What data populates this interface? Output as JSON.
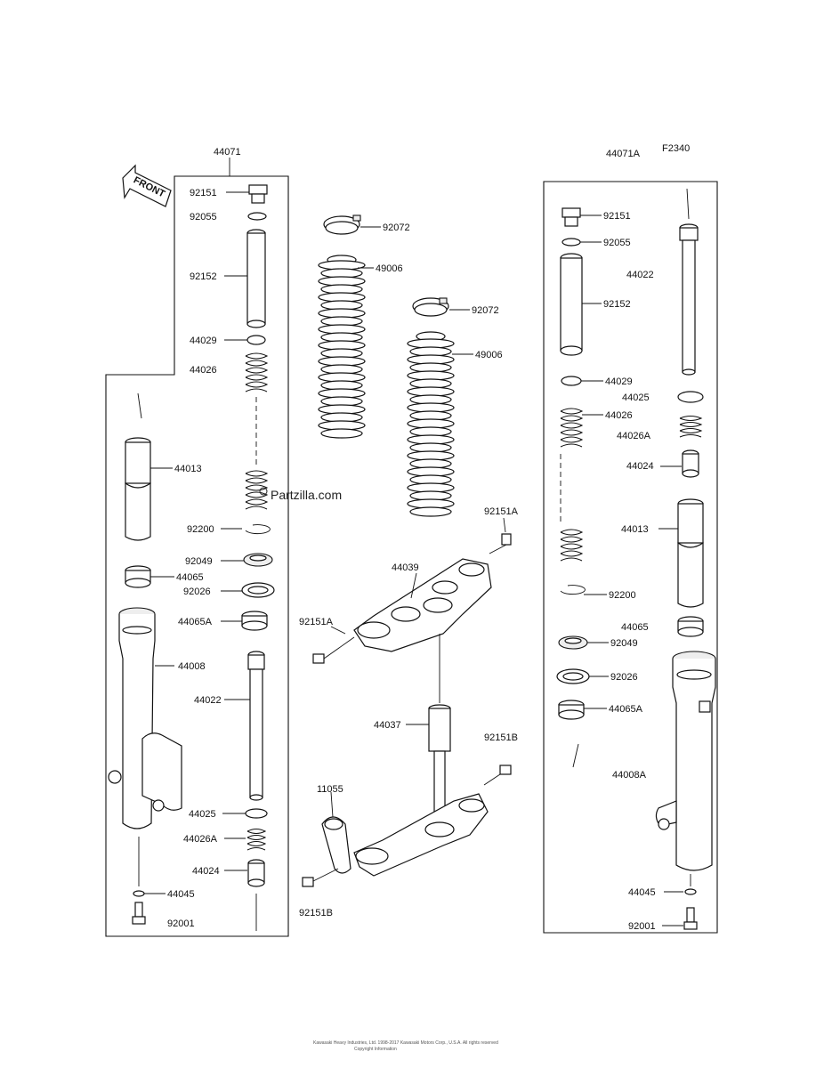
{
  "diagram": {
    "figure_code": "F2340",
    "front_label": "FRONT",
    "watermark": "Partzilla.com",
    "footer_line1": "Kawasaki Heavy Industries, Ltd. 1998-2017 Kawasaki Motors Corp., U.S.A. All rights reserved",
    "footer_line2": "Copyright Information",
    "callouts": {
      "l_44071": "44071",
      "l_92151": "92151",
      "l_92055": "92055",
      "l_92152": "92152",
      "l_44029": "44029",
      "l_44026": "44026",
      "l_44013": "44013",
      "l_92200": "92200",
      "l_92049": "92049",
      "l_44065": "44065",
      "l_92026": "92026",
      "l_44065A": "44065A",
      "l_44008": "44008",
      "l_44022": "44022",
      "l_44025": "44025",
      "l_44026A": "44026A",
      "l_44024": "44024",
      "l_44045": "44045",
      "l_92001": "92001",
      "c_92072a": "92072",
      "c_49006a": "49006",
      "c_92072b": "92072",
      "c_49006b": "49006",
      "c_92151A_top": "92151A",
      "c_44039": "44039",
      "c_92151A_left": "92151A",
      "c_44037": "44037",
      "c_92151B_right": "92151B",
      "c_11055": "11055",
      "c_92151B_bottom": "92151B",
      "r_44071A": "44071A",
      "r_92151": "92151",
      "r_92055": "92055",
      "r_44022": "44022",
      "r_92152": "92152",
      "r_44029": "44029",
      "r_44025": "44025",
      "r_44026": "44026",
      "r_44026A": "44026A",
      "r_44024": "44024",
      "r_44013": "44013",
      "r_92200": "92200",
      "r_44065": "44065",
      "r_92049": "92049",
      "r_92026": "92026",
      "r_44065A": "44065A",
      "r_44008A": "44008A",
      "r_44045": "44045",
      "r_92001": "92001"
    }
  }
}
